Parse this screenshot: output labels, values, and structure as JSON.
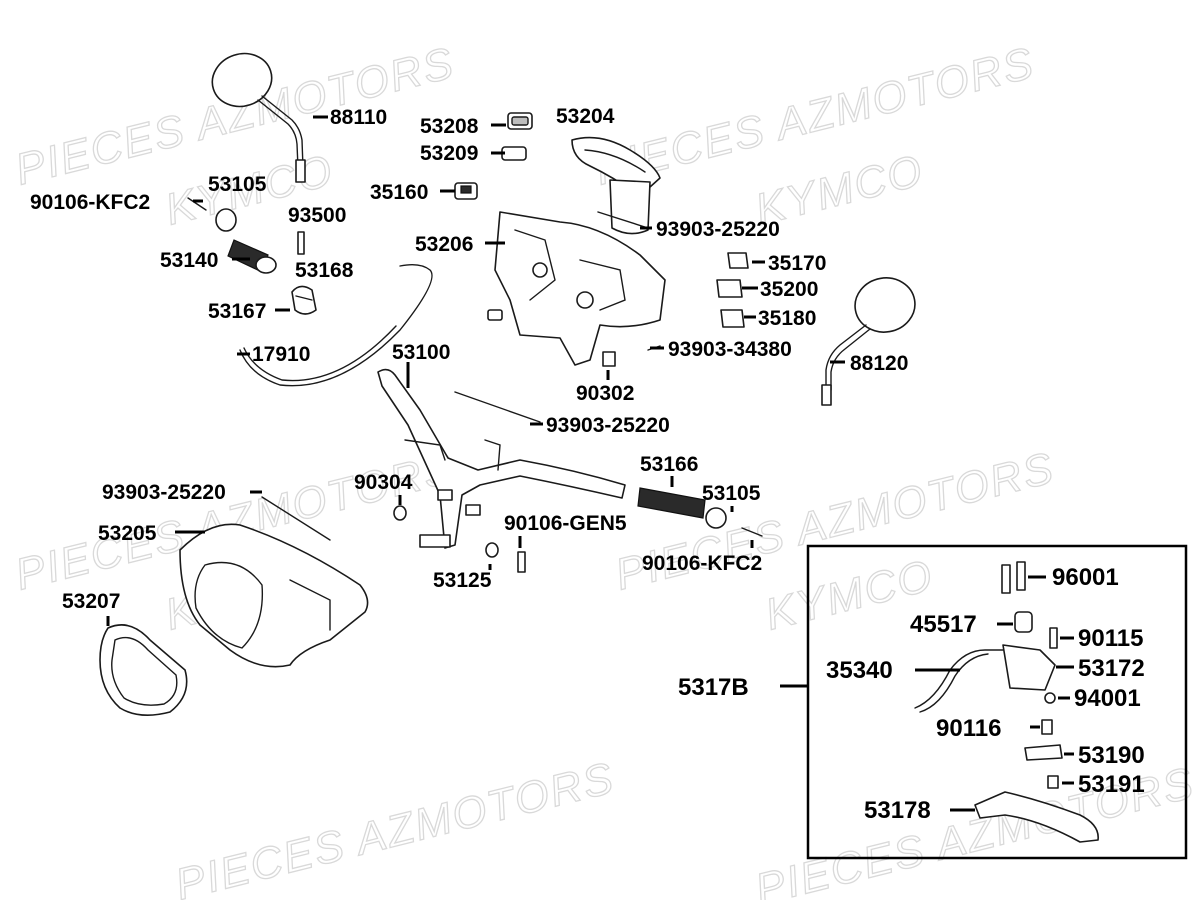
{
  "watermark": {
    "lines": [
      "PIECES AZMOTORS",
      "KYMCO"
    ]
  },
  "labels": {
    "p88110": "88110",
    "p53208": "53208",
    "p53204": "53204",
    "p53209": "53209",
    "p90106_kfc2_top": "90106-KFC2",
    "p53105_top": "53105",
    "p35160": "35160",
    "p93500": "93500",
    "p93903_25220_a": "93903-25220",
    "p53206": "53206",
    "p53140": "53140",
    "p53168": "53168",
    "p35170": "35170",
    "p35200": "35200",
    "p53167": "53167",
    "p35180": "35180",
    "p17910": "17910",
    "p53100": "53100",
    "p93903_34380": "93903-34380",
    "p88120": "88120",
    "p90302": "90302",
    "p93903_25220_b": "93903-25220",
    "p53166": "53166",
    "p90304": "90304",
    "p53105_right": "53105",
    "p93903_25220_c": "93903-25220",
    "p90106_gen5": "90106-GEN5",
    "p53205": "53205",
    "p90106_kfc2_right": "90106-KFC2",
    "p53125": "53125",
    "p53207": "53207",
    "p96001": "96001",
    "p45517": "45517",
    "p90115": "90115",
    "p35340": "35340",
    "p53172": "53172",
    "p5317B": "5317B",
    "p94001": "94001",
    "p90116": "90116",
    "p53190": "53190",
    "p53191": "53191",
    "p53178": "53178"
  }
}
